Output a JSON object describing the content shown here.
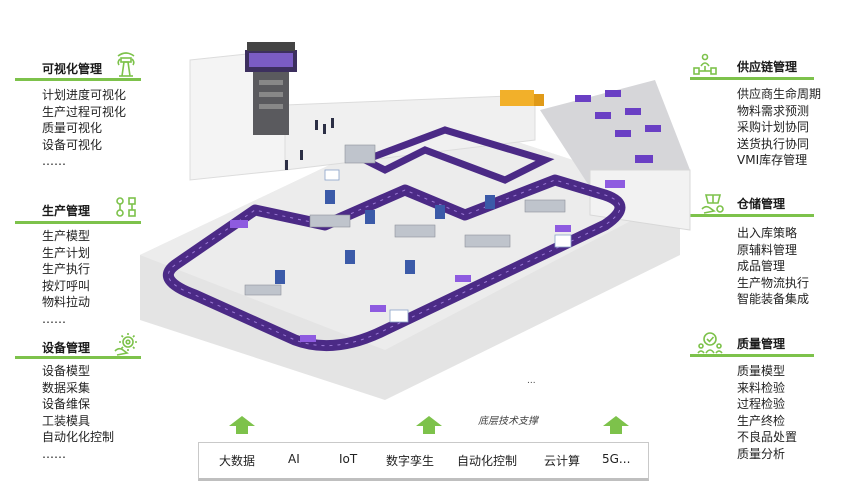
{
  "left_panels": [
    {
      "title": "可视化管理",
      "icon": "tower-icon",
      "items": [
        "计划进度可视化",
        "生产过程可视化",
        "质量可视化",
        "设备可视化",
        "……"
      ]
    },
    {
      "title": "生产管理",
      "icon": "process-flow-icon",
      "items": [
        "生产模型",
        "生产计划",
        "生产执行",
        "按灯呼叫",
        "物料拉动",
        "……"
      ]
    },
    {
      "title": "设备管理",
      "icon": "gear-hand-icon",
      "items": [
        "设备模型",
        "数据采集",
        "设备维保",
        "工装模具",
        "自动化化控制",
        "……"
      ]
    }
  ],
  "right_panels": [
    {
      "title": "供应链管理",
      "icon": "supply-chain-icon",
      "items": [
        "供应商生命周期",
        "物料需求预测",
        "采购计划协同",
        "送货执行协同",
        "VMI库存管理"
      ]
    },
    {
      "title": "仓储管理",
      "icon": "warehouse-hand-icon",
      "items": [
        "出入库策略",
        "原辅料管理",
        "成品管理",
        "生产物流执行",
        "智能装备集成"
      ]
    },
    {
      "title": "质量管理",
      "icon": "quality-people-icon",
      "items": [
        "质量模型",
        "来料检验",
        "过程检验",
        "生产终检",
        "不良品处置",
        "质量分析"
      ]
    }
  ],
  "tech": {
    "caption": "底层技术支撑",
    "items": [
      "大数据",
      "AI",
      "IoT",
      "数字孪生",
      "自动化控制",
      "云计算",
      "5G..."
    ]
  },
  "dots": "...",
  "colors": {
    "accent": "#7dc24b",
    "track": "#4b2a86",
    "floor": "#e6e6e6",
    "wall": "#f7f7f7"
  }
}
